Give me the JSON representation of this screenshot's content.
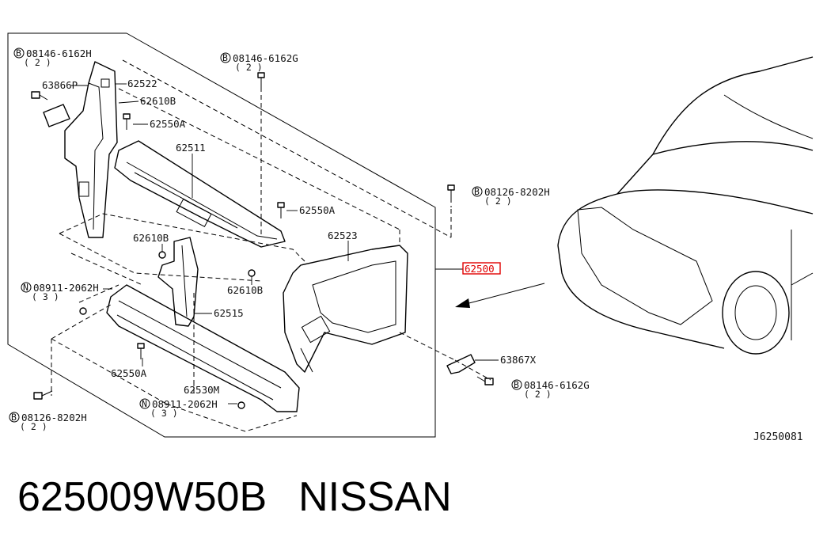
{
  "diagram": {
    "code": "J6250081",
    "highlight_color": "#e00000",
    "callouts": [
      {
        "id": "bolt-tl",
        "prefix": "B",
        "part": "08146-6162H",
        "qty": "( 2 )"
      },
      {
        "id": "bolt-tc",
        "prefix": "B",
        "part": "08146-6162G",
        "qty": "( 2 )"
      },
      {
        "id": "bolt-r",
        "prefix": "B",
        "part": "08126-8202H",
        "qty": "( 2 )"
      },
      {
        "id": "nut-l",
        "prefix": "N",
        "part": "08911-2062H",
        "qty": "( 3 )"
      },
      {
        "id": "nut-b",
        "prefix": "N",
        "part": "08911-2062H",
        "qty": "( 3 )"
      },
      {
        "id": "bolt-bl",
        "prefix": "B",
        "part": "08126-8202H",
        "qty": "( 2 )"
      },
      {
        "id": "bolt-br",
        "prefix": "B",
        "part": "08146-6162G",
        "qty": "( 2 )"
      }
    ],
    "parts": {
      "p63866P": "63866P",
      "p62522": "62522",
      "p62610B_a": "62610B",
      "p62550A_a": "62550A",
      "p62511": "62511",
      "p62550A_b": "62550A",
      "p62523": "62523",
      "p62610B_b": "62610B",
      "p62610B_c": "62610B",
      "p62500": "62500",
      "p62515": "62515",
      "p62550A_c": "62550A",
      "p62530M": "62530M",
      "p63867X": "63867X"
    }
  },
  "caption": {
    "part_number": "625009W50B",
    "brand": "NISSAN"
  }
}
